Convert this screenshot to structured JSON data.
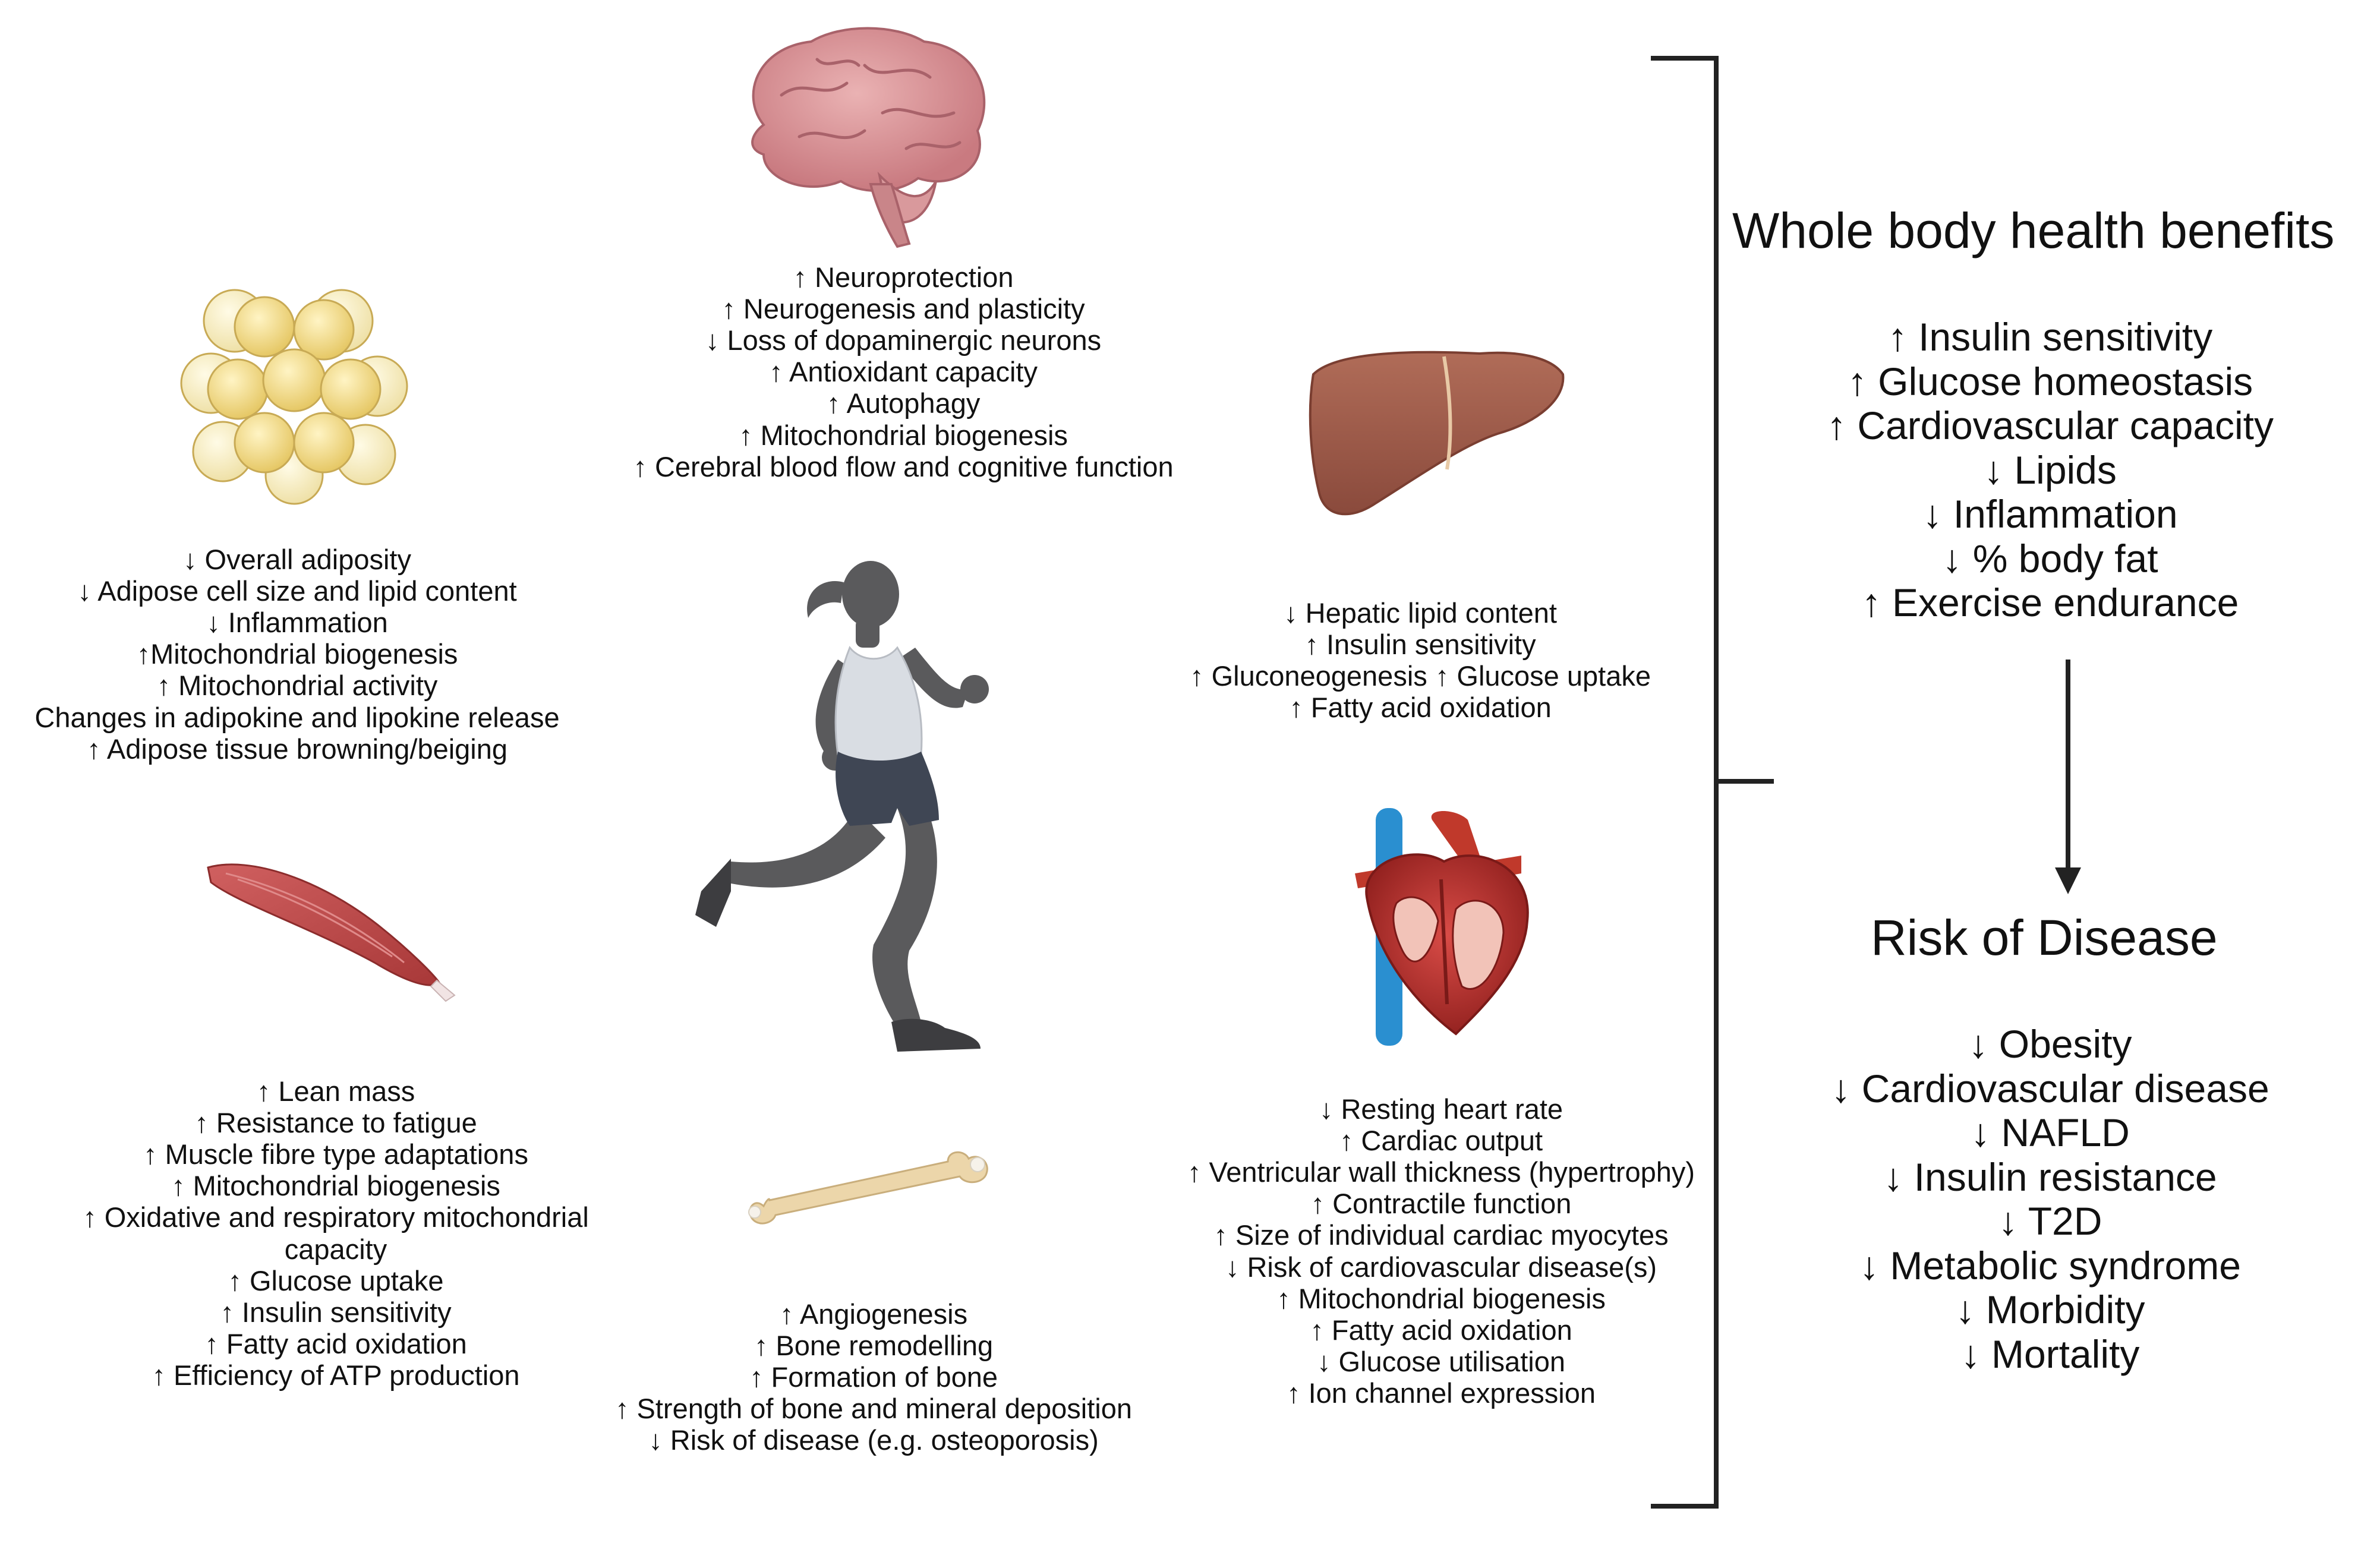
{
  "brain": {
    "icon": "brain-icon",
    "lines": [
      "↑ Neuroprotection",
      "↑ Neurogenesis and plasticity",
      "↓ Loss of dopaminergic neurons",
      "↑ Antioxidant capacity",
      "↑ Autophagy",
      "↑ Mitochondrial biogenesis",
      "↑ Cerebral blood flow and cognitive function"
    ]
  },
  "adipose": {
    "icon": "adipose-cells-icon",
    "lines": [
      "↓ Overall adiposity",
      "↓ Adipose cell size and lipid content",
      "↓ Inflammation",
      "↑Mitochondrial biogenesis",
      "↑ Mitochondrial activity",
      "Changes in adipokine and lipokine release",
      "↑ Adipose tissue browning/beiging"
    ]
  },
  "liver": {
    "icon": "liver-icon",
    "lines": [
      "↓ Hepatic lipid content",
      "↑ Insulin sensitivity",
      "↑ Gluconeogenesis ↑ Glucose uptake",
      "↑ Fatty acid oxidation"
    ]
  },
  "muscle": {
    "icon": "muscle-icon",
    "lines": [
      "↑ Lean mass",
      "↑ Resistance to fatigue",
      "↑ Muscle fibre type adaptations",
      "↑ Mitochondrial biogenesis",
      "↑ Oxidative and respiratory mitochondrial capacity",
      "↑ Glucose uptake",
      "↑ Insulin sensitivity",
      "↑ Fatty acid oxidation",
      "↑ Efficiency of ATP production"
    ]
  },
  "bone": {
    "icon": "bone-icon",
    "lines": [
      "↑ Angiogenesis",
      "↑ Bone remodelling",
      "↑ Formation of bone",
      "↑ Strength of bone and mineral deposition",
      "↓ Risk of disease (e.g. osteoporosis)"
    ]
  },
  "heart": {
    "icon": "heart-icon",
    "lines": [
      "↓ Resting heart rate",
      "↑ Cardiac output",
      "↑ Ventricular wall thickness (hypertrophy)",
      "↑ Contractile function",
      "↑ Size of individual cardiac myocytes",
      "↓ Risk of cardiovascular disease(s)",
      "↑ Mitochondrial biogenesis",
      "↑ Fatty acid oxidation",
      "↓ Glucose utilisation",
      "↑ Ion channel expression"
    ]
  },
  "runner": {
    "icon": "runner-icon"
  },
  "benefits": {
    "title": "Whole body health benefits",
    "lines": [
      "↑ Insulin sensitivity",
      "↑ Glucose homeostasis",
      "↑ Cardiovascular capacity",
      "↓ Lipids",
      "↓ Inflammation",
      "↓ % body fat",
      "↑ Exercise endurance"
    ]
  },
  "disease": {
    "title": "Risk of Disease",
    "lines": [
      "↓ Obesity",
      "↓ Cardiovascular disease",
      "↓ NAFLD",
      "↓ Insulin resistance",
      "↓ T2D",
      "↓ Metabolic syndrome",
      "↓ Morbidity",
      "↓ Mortality"
    ]
  },
  "colors": {
    "brain": "#d98f93",
    "fat": "#f1dc8a",
    "liver": "#9c5a4a",
    "muscle": "#c04b4b",
    "heart": "#b8332f",
    "vessel": "#2a8fd0",
    "bone": "#ecd6aa",
    "skin": "#5a5a5c",
    "shorts": "#3f4654",
    "top": "#d9dde3"
  }
}
